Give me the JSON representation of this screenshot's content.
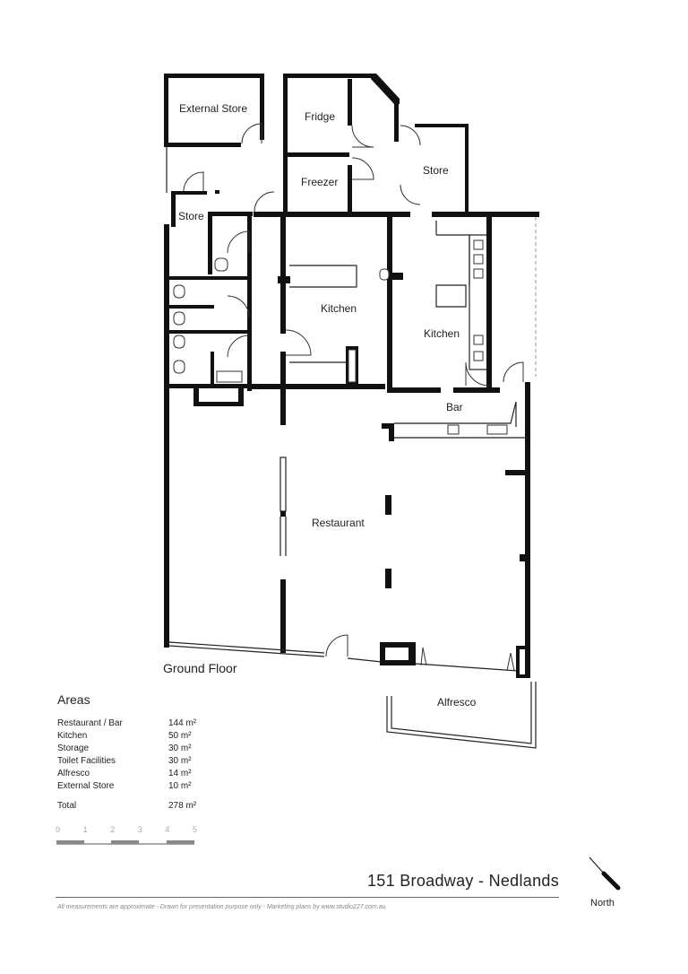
{
  "floor_label": "Ground Floor",
  "rooms": {
    "external_store": "External Store",
    "fridge": "Fridge",
    "freezer": "Freezer",
    "store_upper": "Store",
    "store_left": "Store",
    "kitchen_left": "Kitchen",
    "kitchen_right": "Kitchen",
    "bar": "Bar",
    "restaurant": "Restaurant",
    "alfresco": "Alfresco"
  },
  "areas": {
    "title": "Areas",
    "rows": [
      {
        "name": "Restaurant / Bar",
        "value": "144 m²"
      },
      {
        "name": "Kitchen",
        "value": "50 m²"
      },
      {
        "name": "Storage",
        "value": "30 m²"
      },
      {
        "name": "Toilet Facilities",
        "value": "30 m²"
      },
      {
        "name": "Alfresco",
        "value": "14 m²"
      },
      {
        "name": "External Store",
        "value": "10 m²"
      }
    ],
    "total_label": "Total",
    "total_value": "278 m²"
  },
  "scale": {
    "ticks": [
      "0",
      "1",
      "2",
      "3",
      "4",
      "5"
    ]
  },
  "address": "151 Broadway - Nedlands",
  "north_label": "North",
  "disclaimer": "All measurements are approximate - Drawn for presentation purpose only - Marketing plans by www.studio227.com.au"
}
